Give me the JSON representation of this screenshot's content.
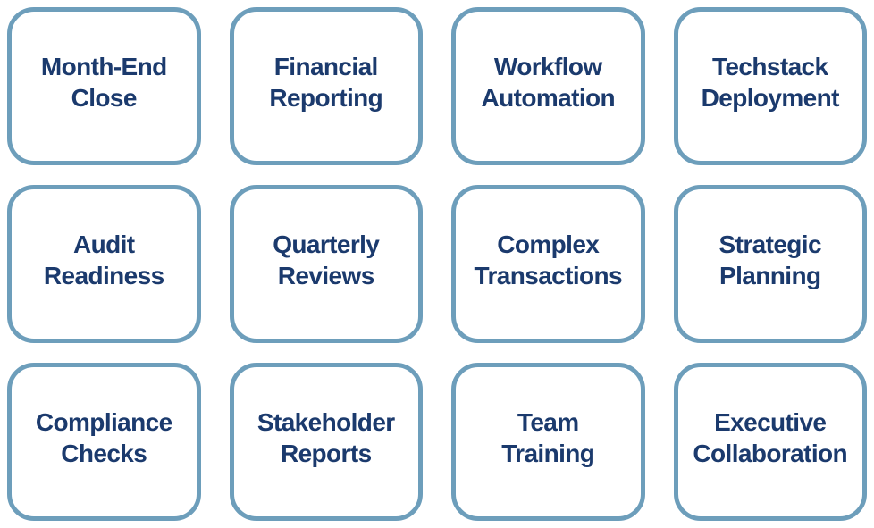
{
  "diagram": {
    "description": "Grid of twelve rounded rectangle capability cards",
    "columns": 4,
    "rows": 3,
    "colors": {
      "card_border": "#6d9ebb",
      "card_background": "#ffffff",
      "label_text": "#1b3a6d",
      "page_background": "#ffffff"
    }
  },
  "cards": [
    {
      "id": "month-end-close",
      "label": "Month-End\nClose"
    },
    {
      "id": "financial-reporting",
      "label": "Financial\nReporting"
    },
    {
      "id": "workflow-automation",
      "label": "Workflow\nAutomation"
    },
    {
      "id": "techstack-deployment",
      "label": "Techstack\nDeployment"
    },
    {
      "id": "audit-readiness",
      "label": "Audit\nReadiness"
    },
    {
      "id": "quarterly-reviews",
      "label": "Quarterly\nReviews"
    },
    {
      "id": "complex-transactions",
      "label": "Complex\nTransactions"
    },
    {
      "id": "strategic-planning",
      "label": "Strategic\nPlanning"
    },
    {
      "id": "compliance-checks",
      "label": "Compliance\nChecks"
    },
    {
      "id": "stakeholder-reports",
      "label": "Stakeholder\nReports"
    },
    {
      "id": "team-training",
      "label": "Team\nTraining"
    },
    {
      "id": "executive-collaboration",
      "label": "Executive\nCollaboration"
    }
  ]
}
